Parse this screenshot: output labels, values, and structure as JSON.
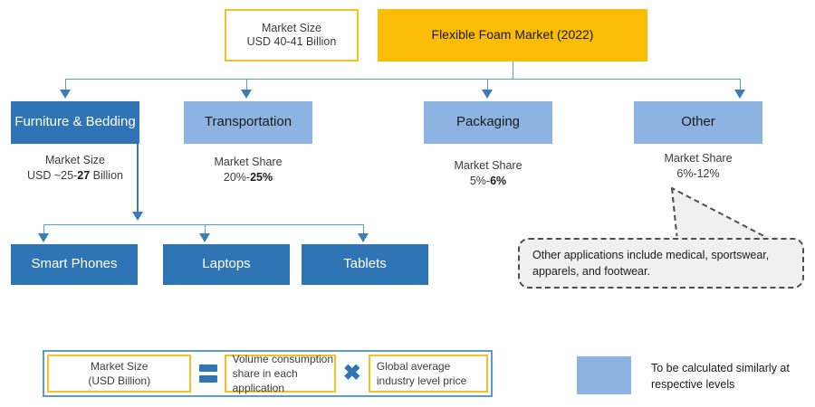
{
  "diagram": {
    "title": "Flexible Foam Market (2022)",
    "market_size_top": {
      "line1": "Market Size",
      "line2": "USD 40-41 Billion"
    },
    "level2": [
      {
        "id": "furniture",
        "label": "Furniture & Bedding",
        "style": "dark",
        "metric_label": "Market Size",
        "metric_value_plain": "USD ~25-",
        "metric_value_bold": "27",
        "metric_value_tail": " Billion"
      },
      {
        "id": "transportation",
        "label": "Transportation",
        "style": "light",
        "metric_label": "Market Share",
        "metric_value_plain": "20%-",
        "metric_value_bold": "25%",
        "metric_value_tail": ""
      },
      {
        "id": "packaging",
        "label": "Packaging",
        "style": "light",
        "metric_label": "Market Share",
        "metric_value_plain": "5%-",
        "metric_value_bold": "6%",
        "metric_value_tail": ""
      },
      {
        "id": "other",
        "label": "Other",
        "style": "light",
        "metric_label": "Market Share",
        "metric_value_plain": "6%-12%",
        "metric_value_bold": "",
        "metric_value_tail": ""
      }
    ],
    "level3": [
      {
        "id": "smartphones",
        "label": "Smart Phones"
      },
      {
        "id": "laptops",
        "label": "Laptops"
      },
      {
        "id": "tablets",
        "label": "Tablets"
      }
    ],
    "callout": {
      "text": "Other applications include medical, sportswear, apparels, and  footwear."
    },
    "formula": {
      "box1_line1": "Market Size",
      "box1_line2": "(USD Billion)",
      "operator_equals": "=",
      "box2_text": "Volume consumption share in each application",
      "operator_multiply": "✖",
      "box3_text": "Global average industry level price"
    },
    "legend": {
      "swatch_color": "#8db3e2",
      "text": "To be calculated similarly at respective levels"
    },
    "colors": {
      "gold": "#fbbc04",
      "gold_border": "#f5c122",
      "dark_blue": "#2f75b5",
      "light_blue": "#8db3e2",
      "connector": "#5b9bd5",
      "callout_fill": "#f0f0f0",
      "callout_border": "#4d4d4d"
    }
  }
}
